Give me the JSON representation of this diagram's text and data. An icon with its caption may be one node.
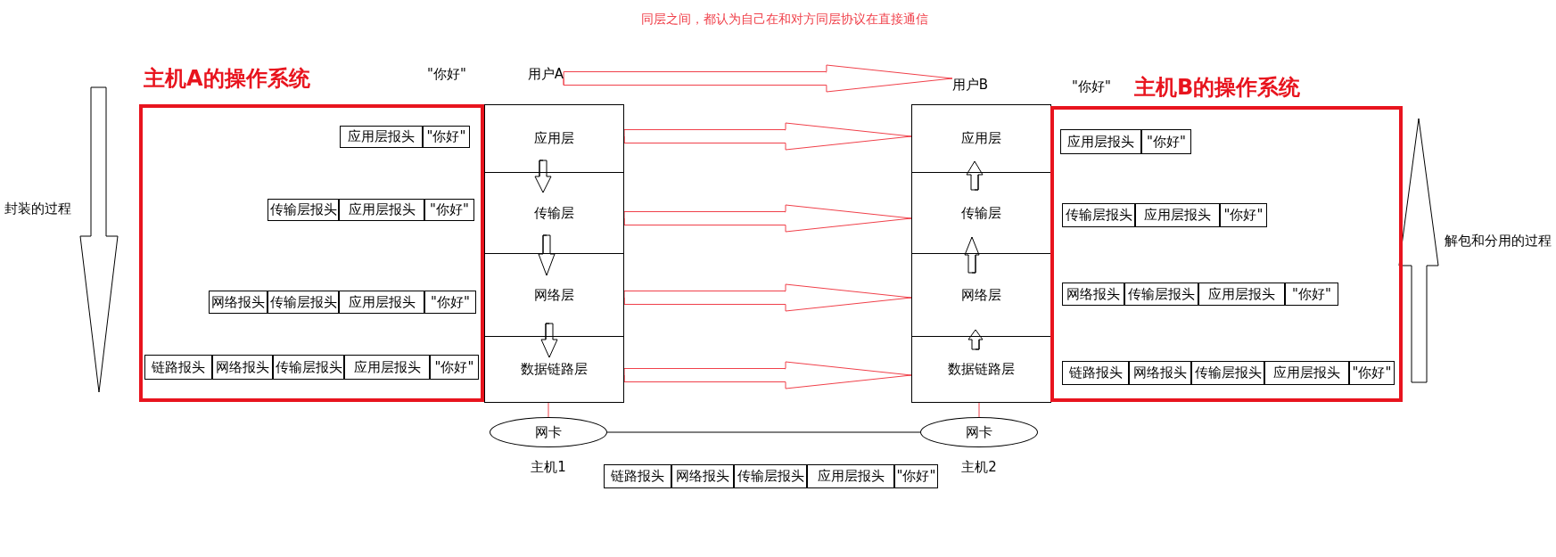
{
  "diagram": {
    "title": "同层之间，都认为自己在和对方同层协议在直接通信",
    "nodes": [
      {
        "text": [
          "主机A的操作系统"
        ]
      },
      {
        "text": [
          "应用层报头"
        ],
        "in": 0
      },
      {
        "text": [
          "\"你好\""
        ],
        "in": 0
      },
      {
        "text": [
          "传输层报头"
        ],
        "in": 0
      },
      {
        "text": [
          "应用层报头"
        ],
        "in": 0
      },
      {
        "text": [
          "\"你好\""
        ],
        "in": 0
      },
      {
        "text": [
          "网络报头"
        ],
        "in": 0
      },
      {
        "text": [
          "传输层报头"
        ],
        "in": 0
      },
      {
        "text": [
          "应用层报头"
        ],
        "in": 0
      },
      {
        "text": [
          "\"你好\""
        ],
        "in": 0
      },
      {
        "text": [
          "链路报头"
        ],
        "in": 0
      },
      {
        "text": [
          "网络报头"
        ],
        "in": 0
      },
      {
        "text": [
          "传输层报头"
        ],
        "in": 0
      },
      {
        "text": [
          "应用层报头"
        ],
        "in": 0
      },
      {
        "text": [
          "\"你好\""
        ],
        "in": 0
      },
      {
        "text": [
          "用户A"
        ]
      },
      {
        "text": [
          "应用层"
        ]
      },
      {
        "text": [
          "传输层"
        ]
      },
      {
        "text": [
          "网络层"
        ]
      },
      {
        "text": [
          "数据链路层"
        ]
      },
      {
        "text": [
          "用户B"
        ]
      },
      {
        "text": [
          "应用层"
        ]
      },
      {
        "text": [
          "传输层"
        ]
      },
      {
        "text": [
          "网络层"
        ]
      },
      {
        "text": [
          "数据链路层"
        ]
      },
      {
        "text": [
          "主机B的操作系统"
        ]
      },
      {
        "text": [
          "应用层报头"
        ],
        "in": 25
      },
      {
        "text": [
          "\"你好\""
        ],
        "in": 25
      },
      {
        "text": [
          "传输层报头"
        ],
        "in": 25
      },
      {
        "text": [
          "应用层报头"
        ],
        "in": 25
      },
      {
        "text": [
          "\"你好\""
        ],
        "in": 25
      },
      {
        "text": [
          "网络报头"
        ],
        "in": 25
      },
      {
        "text": [
          "传输层报头"
        ],
        "in": 25
      },
      {
        "text": [
          "应用层报头"
        ],
        "in": 25
      },
      {
        "text": [
          "\"你好\""
        ],
        "in": 25
      },
      {
        "text": [
          "链路报头"
        ],
        "in": 25
      },
      {
        "text": [
          "网络报头"
        ],
        "in": 25
      },
      {
        "text": [
          "传输层报头"
        ],
        "in": 25
      },
      {
        "text": [
          "应用层报头"
        ],
        "in": 25
      },
      {
        "text": [
          "\"你好\""
        ],
        "in": 25
      },
      {
        "text": [
          "网卡"
        ],
        "beside": [
          "主机1"
        ]
      },
      {
        "text": [
          "网卡"
        ],
        "beside": [
          "主机2"
        ]
      },
      {
        "text": [
          "链路报头"
        ]
      },
      {
        "text": [
          "网络报头"
        ]
      },
      {
        "text": [
          "传输层报头"
        ]
      },
      {
        "text": [
          "应用层报头"
        ]
      },
      {
        "text": [
          "\"你好\""
        ]
      }
    ],
    "edges": [
      {
        "from": 15,
        "to": 20,
        "arrow": "to",
        "color": "#f0404a"
      },
      {
        "from": 16,
        "to": 21,
        "arrow": "to",
        "color": "#f0404a"
      },
      {
        "from": 17,
        "to": 22,
        "arrow": "to",
        "color": "#f0404a"
      },
      {
        "from": 18,
        "to": 23,
        "arrow": "to",
        "color": "#f0404a"
      },
      {
        "from": 19,
        "to": 24,
        "arrow": "to",
        "color": "#f0404a"
      },
      {
        "from": 16,
        "to": 17,
        "arrow": "to",
        "color": "#000000"
      },
      {
        "from": 17,
        "to": 18,
        "arrow": "to",
        "color": "#000000"
      },
      {
        "from": 18,
        "to": 19,
        "arrow": "to",
        "color": "#000000"
      },
      {
        "from": 22,
        "to": 21,
        "arrow": "to",
        "color": "#000000"
      },
      {
        "from": 23,
        "to": 22,
        "arrow": "to",
        "color": "#000000"
      },
      {
        "from": 24,
        "to": 23,
        "arrow": "to",
        "color": "#000000"
      },
      {
        "from": 19,
        "to": 40,
        "arrow": "none",
        "color": "#f0404a"
      },
      {
        "from": 24,
        "to": 41,
        "arrow": "none",
        "color": "#f0404a"
      },
      {
        "from": 40,
        "to": 41,
        "arrow": "none",
        "color": "#000000"
      }
    ],
    "labels": [
      "\"你好\"",
      "\"你好\"",
      "封装的过程",
      "解包和分用的过程"
    ]
  }
}
